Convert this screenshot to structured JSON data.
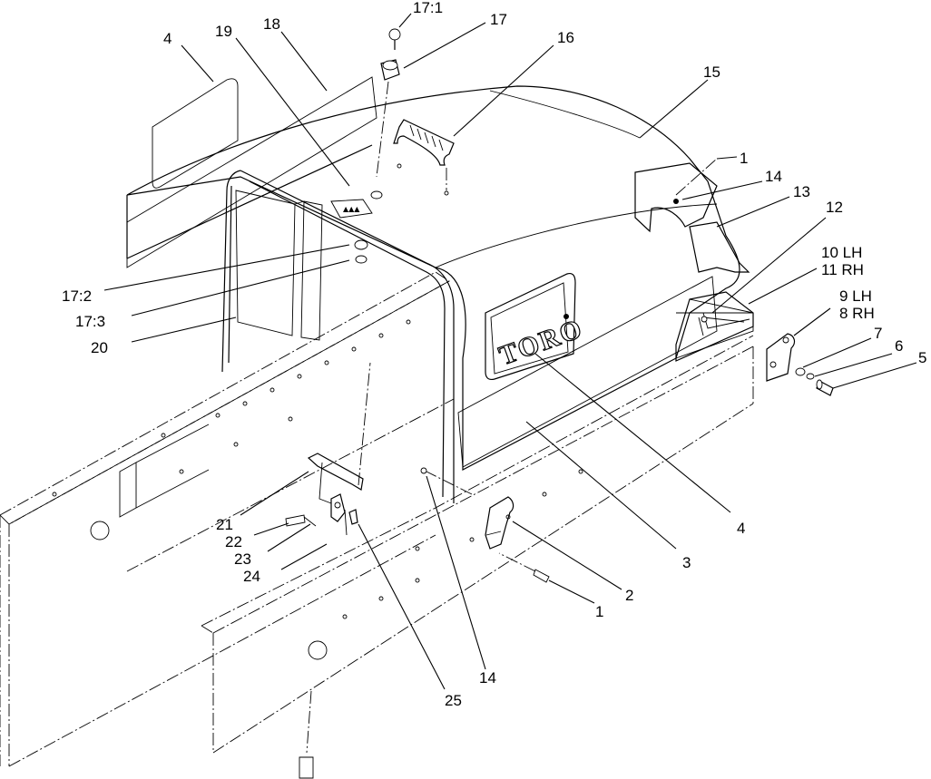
{
  "brand_text": "TORO",
  "callouts": [
    {
      "id": "c-17-1",
      "text": "17:1"
    },
    {
      "id": "c-17",
      "text": "17"
    },
    {
      "id": "c-4-top",
      "text": "4"
    },
    {
      "id": "c-19",
      "text": "19"
    },
    {
      "id": "c-18",
      "text": "18"
    },
    {
      "id": "c-16",
      "text": "16"
    },
    {
      "id": "c-15",
      "text": "15"
    },
    {
      "id": "c-1-top",
      "text": "1"
    },
    {
      "id": "c-14-top",
      "text": "14"
    },
    {
      "id": "c-13",
      "text": "13"
    },
    {
      "id": "c-12",
      "text": "12"
    },
    {
      "id": "c-10",
      "text": "10 LH"
    },
    {
      "id": "c-11",
      "text": "11 RH"
    },
    {
      "id": "c-9",
      "text": "9 LH"
    },
    {
      "id": "c-8",
      "text": "8 RH"
    },
    {
      "id": "c-7",
      "text": "7"
    },
    {
      "id": "c-6",
      "text": "6"
    },
    {
      "id": "c-5",
      "text": "5"
    },
    {
      "id": "c-17-2",
      "text": "17:2"
    },
    {
      "id": "c-17-3",
      "text": "17:3"
    },
    {
      "id": "c-20",
      "text": "20"
    },
    {
      "id": "c-4-mid",
      "text": "4"
    },
    {
      "id": "c-3",
      "text": "3"
    },
    {
      "id": "c-2",
      "text": "2"
    },
    {
      "id": "c-1-bottom",
      "text": "1"
    },
    {
      "id": "c-21",
      "text": "21"
    },
    {
      "id": "c-22",
      "text": "22"
    },
    {
      "id": "c-23",
      "text": "23"
    },
    {
      "id": "c-24",
      "text": "24"
    },
    {
      "id": "c-25",
      "text": "25"
    },
    {
      "id": "c-14-bottom",
      "text": "14"
    }
  ]
}
